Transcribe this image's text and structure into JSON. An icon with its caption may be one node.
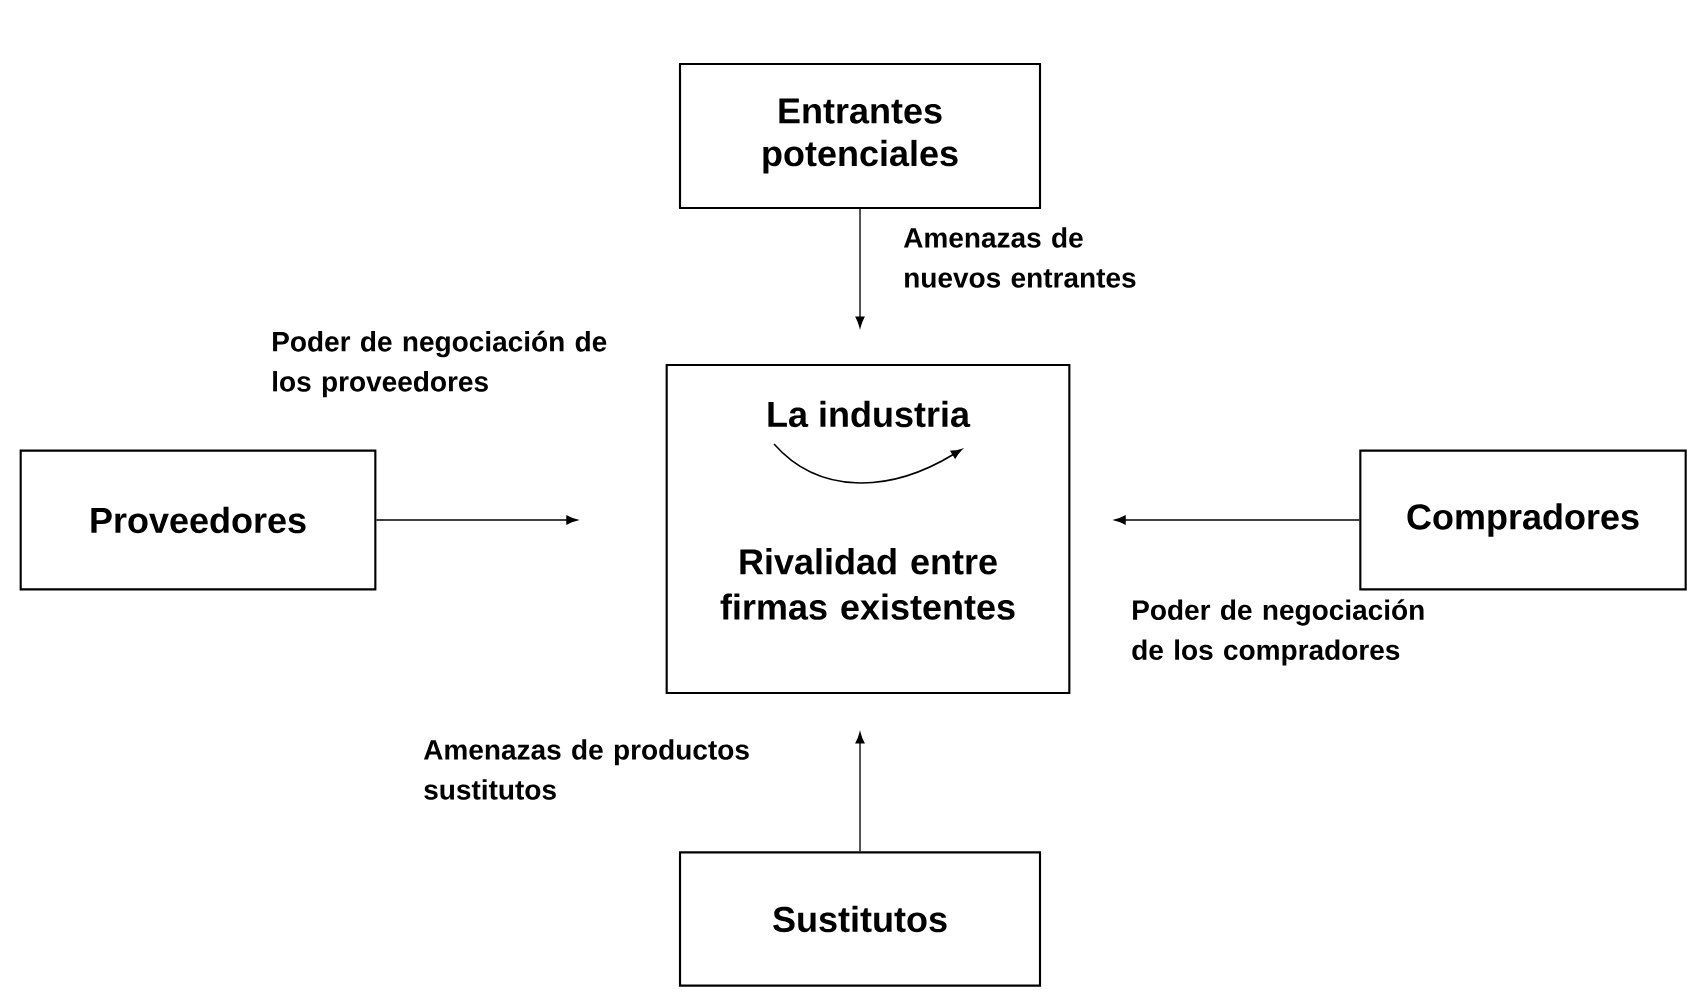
{
  "diagram": {
    "nodes": [
      {
        "text": [
          "Entrantes potenciales"
        ]
      },
      {
        "text": [
          "Proveedores"
        ]
      },
      {
        "text": [
          "La industria",
          "Rivalidad entre firmas existentes"
        ]
      },
      {
        "text": [
          "Compradores"
        ]
      },
      {
        "text": [
          "Sustitutos"
        ]
      }
    ],
    "edges": [
      {
        "from": 0,
        "to": 2,
        "arrow": "to",
        "label": "Amenazas de nuevos entrantes"
      },
      {
        "from": 1,
        "to": 2,
        "arrow": "to",
        "label": "Poder de negociación de los proveedores"
      },
      {
        "from": 3,
        "to": 2,
        "arrow": "to",
        "label": "Poder de negociación de los compradores"
      },
      {
        "from": 4,
        "to": 2,
        "arrow": "to",
        "label": "Amenazas de productos sustitutos"
      }
    ]
  }
}
